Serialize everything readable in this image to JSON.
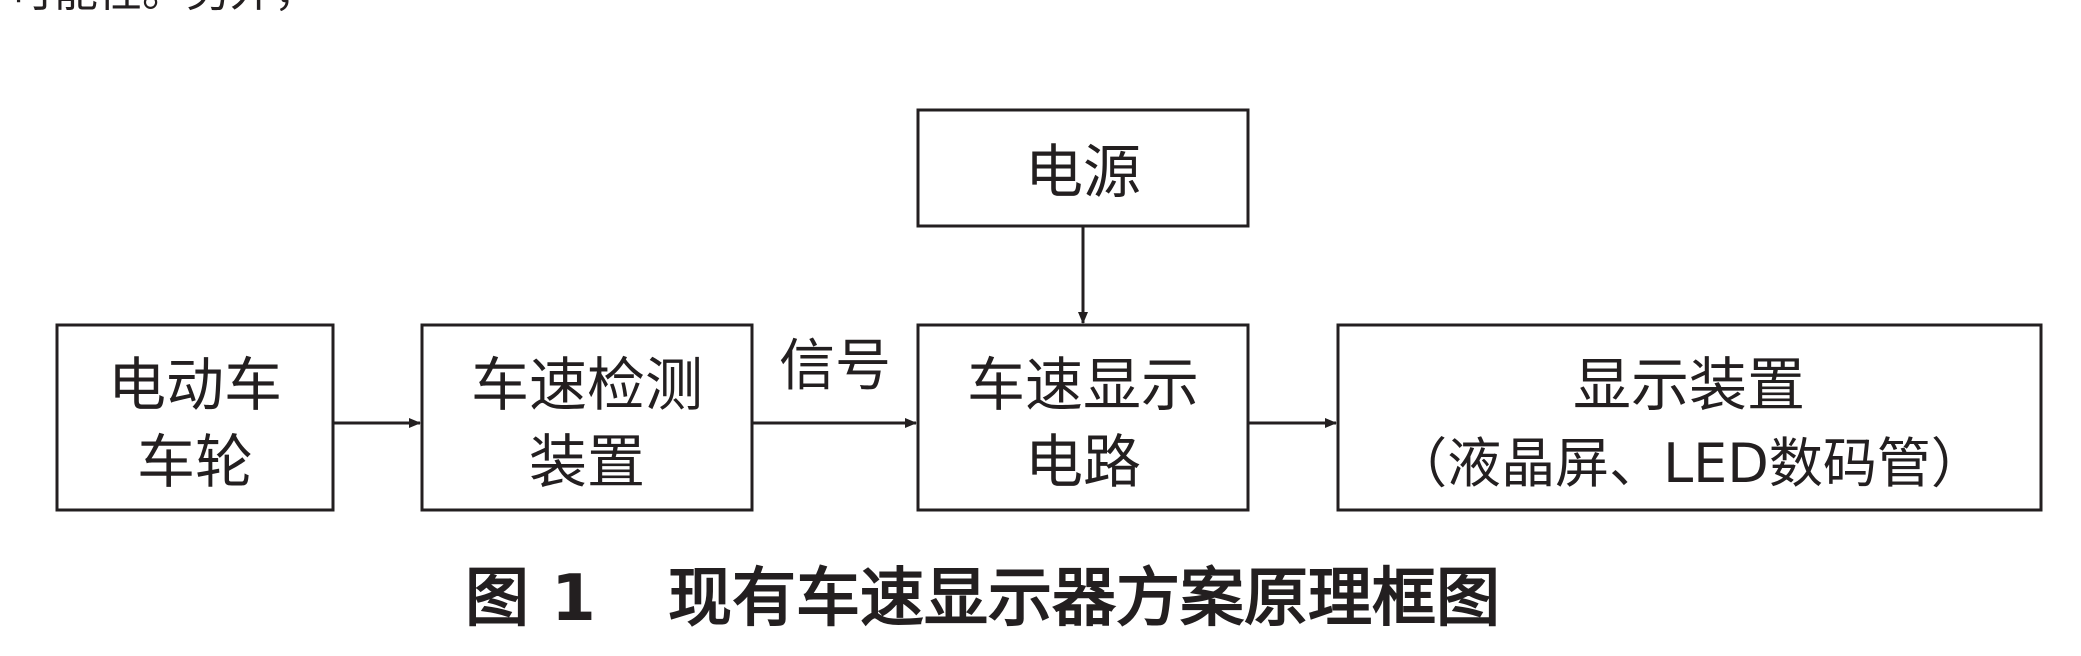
{
  "top_fragment": "可能性。另外，",
  "nodes": {
    "power": {
      "lines": [
        "电源"
      ]
    },
    "wheel": {
      "lines": [
        "电动车",
        "车轮"
      ]
    },
    "detect": {
      "lines": [
        "车速检测",
        "装置"
      ]
    },
    "circuit": {
      "lines": [
        "车速显示",
        "电路"
      ]
    },
    "display": {
      "lines": [
        "显示装置",
        "（液晶屏、LED数码管）"
      ]
    }
  },
  "edges": [
    {
      "from": "wheel",
      "to": "detect",
      "label": ""
    },
    {
      "from": "detect",
      "to": "circuit",
      "label": "信号"
    },
    {
      "from": "power",
      "to": "circuit",
      "label": ""
    },
    {
      "from": "circuit",
      "to": "display",
      "label": ""
    }
  ],
  "caption": {
    "number": "图 1",
    "title": "现有车速显示器方案原理框图"
  },
  "colors": {
    "line": "#231f20",
    "background": "#ffffff"
  }
}
